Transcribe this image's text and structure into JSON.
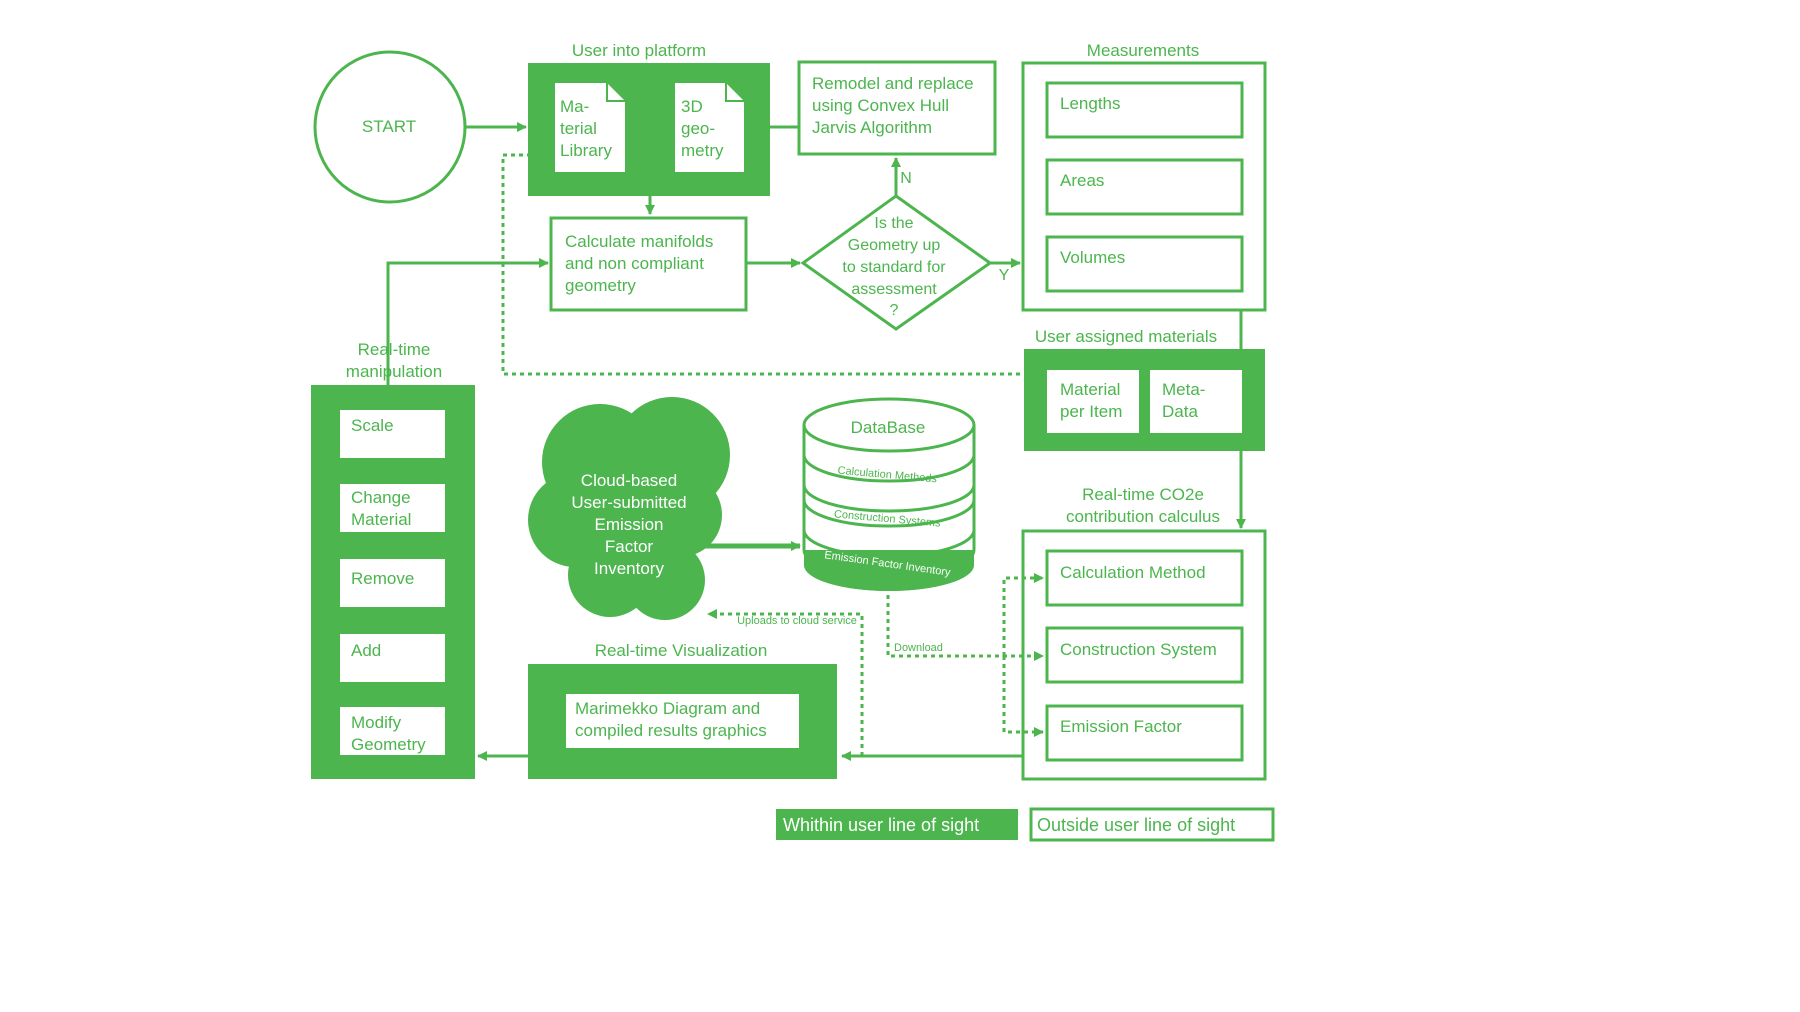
{
  "colors": {
    "accent": "#4cb54e",
    "background": "#ffffff",
    "text_on_fill": "#ffffff"
  },
  "start": {
    "label": "START"
  },
  "platform": {
    "title": "User  into platform",
    "material_library": [
      "Ma-",
      "terial",
      "Library"
    ],
    "geometry": [
      "3D",
      "geo-",
      "metry"
    ]
  },
  "remodel": {
    "lines": [
      "Remodel and replace",
      "using Convex Hull",
      "Jarvis Algorithm"
    ]
  },
  "measurements": {
    "title": "Measurements",
    "items": [
      "Lengths",
      "Areas",
      "Volumes"
    ]
  },
  "calculate": {
    "lines": [
      "Calculate manifolds",
      "and non compliant",
      "geometry"
    ]
  },
  "decision": {
    "lines": [
      "Is the",
      "Geometry up",
      "to standard for",
      "assessment",
      "?"
    ],
    "no_label": "N",
    "yes_label": "Y"
  },
  "assigned": {
    "title": "User assigned materials",
    "material_per_item": [
      "Material",
      "per Item"
    ],
    "metadata": [
      "Meta-",
      "Data"
    ]
  },
  "manipulation": {
    "title": [
      "Real-time",
      "manipulation"
    ],
    "items": [
      [
        "Scale"
      ],
      [
        "Change",
        "Material"
      ],
      [
        "Remove"
      ],
      [
        "Add"
      ],
      [
        "Modify",
        "Geometry"
      ]
    ]
  },
  "cloud": {
    "lines": [
      "Cloud-based",
      "User-submitted",
      "Emission",
      "Factor",
      "Inventory"
    ]
  },
  "database": {
    "title": "DataBase",
    "layers": [
      "Calculation Methods",
      "Construction Systems",
      "Emission Factor Inventory"
    ]
  },
  "co2": {
    "title": [
      "Real-time CO2e",
      "contribution calculus"
    ],
    "items": [
      "Calculation Method",
      "Construction System",
      "Emission Factor"
    ]
  },
  "visualization": {
    "title": "Real-time Visualization",
    "lines": [
      "Marimekko Diagram and",
      "compiled results graphics"
    ]
  },
  "edge_labels": {
    "uploads": "Uploads to cloud service",
    "download": "Download"
  },
  "legend": {
    "within": "Whithin user line of sight",
    "outside": "Outside user line of sight"
  }
}
